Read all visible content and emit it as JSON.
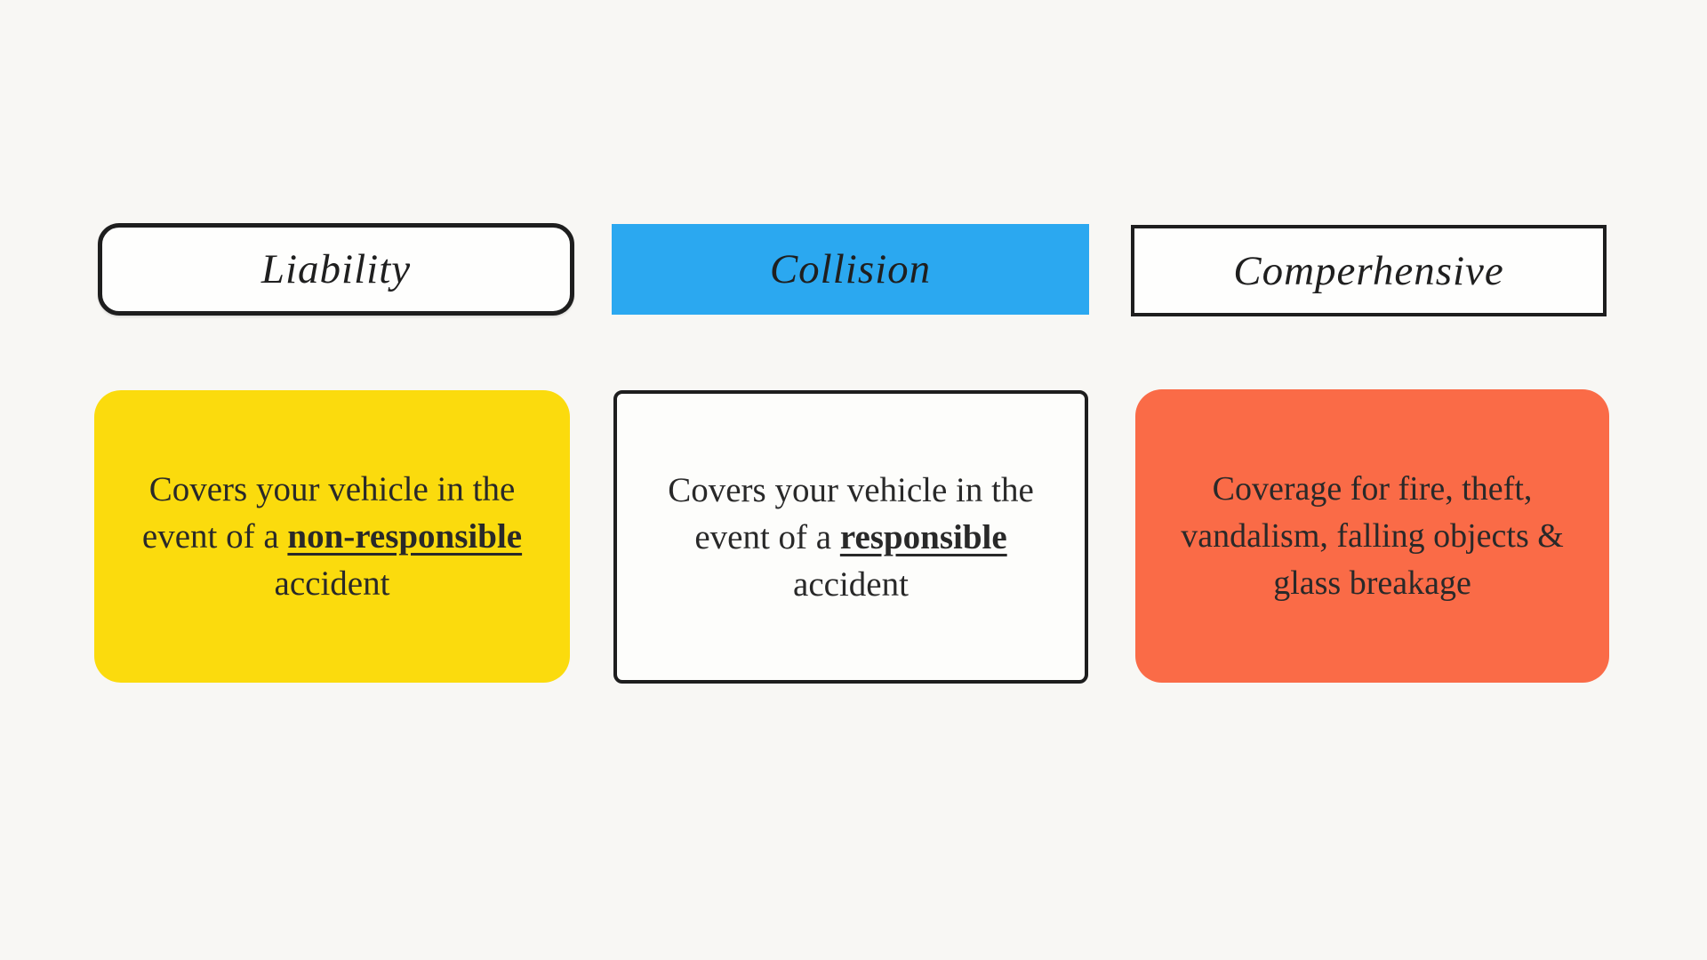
{
  "page": {
    "background_color": "#F8F7F4",
    "ink_color": "#1E1E1E",
    "body_text_color": "#292929"
  },
  "columns": [
    {
      "id": "liability",
      "header": {
        "label": "Liability",
        "bg": "#FEFEFD",
        "border_color": "#1E1E1E"
      },
      "card": {
        "bg": "#FBDB0D",
        "segments": [
          {
            "text": "Covers your vehicle in the event of a "
          },
          {
            "text": "non-responsible",
            "emphasis": true
          },
          {
            "text": " accident"
          }
        ]
      }
    },
    {
      "id": "collision",
      "header": {
        "label": "Collision",
        "bg": "#2BA8F0"
      },
      "card": {
        "bg": "#FDFDFB",
        "border_color": "#1E1E1E",
        "segments": [
          {
            "text": "Covers your vehicle in the event of a "
          },
          {
            "text": "responsible",
            "emphasis": true
          },
          {
            "text": " accident"
          }
        ]
      }
    },
    {
      "id": "comprehensive",
      "header": {
        "label": "Comperhensive",
        "bg": "#FEFEFD",
        "border_color": "#1E1E1E"
      },
      "card": {
        "bg": "#FA6B47",
        "segments": [
          {
            "text": "Coverage for fire, theft, vandalism, falling objects & glass breakage"
          }
        ]
      }
    }
  ]
}
